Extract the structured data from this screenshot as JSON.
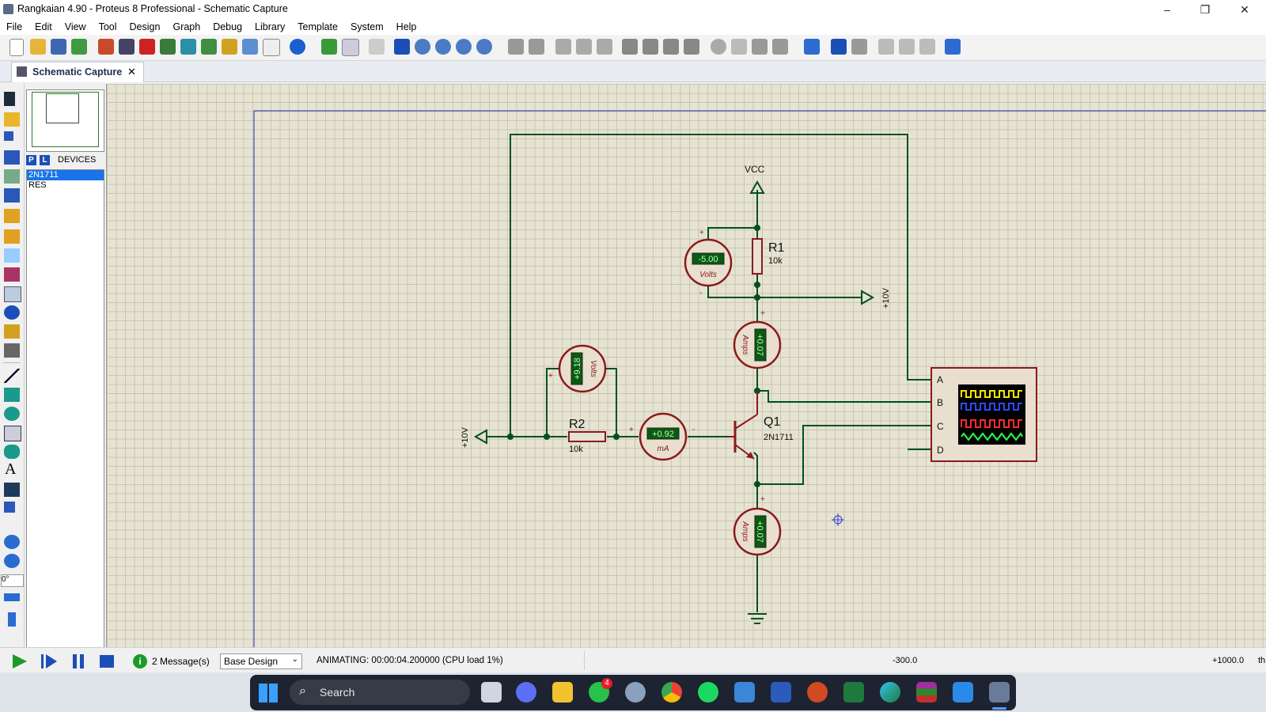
{
  "window": {
    "title": "Rangkaian 4.90 - Proteus 8 Professional - Schematic Capture",
    "controls": {
      "minimize": "–",
      "maximize": "❐",
      "close": "✕"
    }
  },
  "menu": [
    "File",
    "Edit",
    "View",
    "Tool",
    "Design",
    "Graph",
    "Debug",
    "Library",
    "Template",
    "System",
    "Help"
  ],
  "tab": {
    "label": "Schematic Capture",
    "close": "✕"
  },
  "device_panel": {
    "btn_p": "P",
    "btn_l": "L",
    "title": "DEVICES",
    "items": [
      "2N1711",
      "RES"
    ],
    "selected_index": 0
  },
  "left_toolbar": {
    "rotation": "0°"
  },
  "schematic": {
    "vcc_label": "VCC",
    "r1": {
      "name": "R1",
      "value": "10k"
    },
    "r2": {
      "name": "R2",
      "value": "10k"
    },
    "q1": {
      "name": "Q1",
      "model": "2N1711"
    },
    "terminal_right_label": "+10V",
    "terminal_left_label": "+10V",
    "voltmeter_r1": {
      "reading": "-5.00",
      "unit": "Volts"
    },
    "voltmeter_r2": {
      "reading": "+9.18",
      "unit": "Volts"
    },
    "ammeter_collector": {
      "reading": "+0.07",
      "unit": "Amps"
    },
    "ammeter_emitter": {
      "reading": "+0.07",
      "unit": "Amps"
    },
    "milliammeter_base": {
      "reading": "+0.92",
      "unit": "mA"
    },
    "scope_channels": [
      "A",
      "B",
      "C",
      "D"
    ],
    "colors": {
      "wire": "#00501e",
      "component": "#8b1a1a",
      "meter_display": "#0b5a12",
      "meter_text": "#b6ffb6"
    }
  },
  "status": {
    "messages": "2 Message(s)",
    "design_select": "Base Design",
    "animating": "ANIMATING: 00:00:04.200000 (CPU load 1%)",
    "coord_x": "-300.0",
    "coord_y": "+1000.0",
    "unit": "th"
  },
  "taskbar": {
    "search_placeholder": "Search",
    "whatsapp_badge": "4",
    "apps": [
      "start-icon",
      "task-view-icon",
      "zoom-meetings-icon",
      "file-explorer-icon",
      "whatsapp-icon",
      "settings-icon",
      "chrome-icon",
      "spotify-icon",
      "notepad-icon",
      "word-icon",
      "powerpoint-icon",
      "excel-icon",
      "edge-icon",
      "winrar-icon",
      "paint-icon",
      "proteus-icon"
    ]
  }
}
